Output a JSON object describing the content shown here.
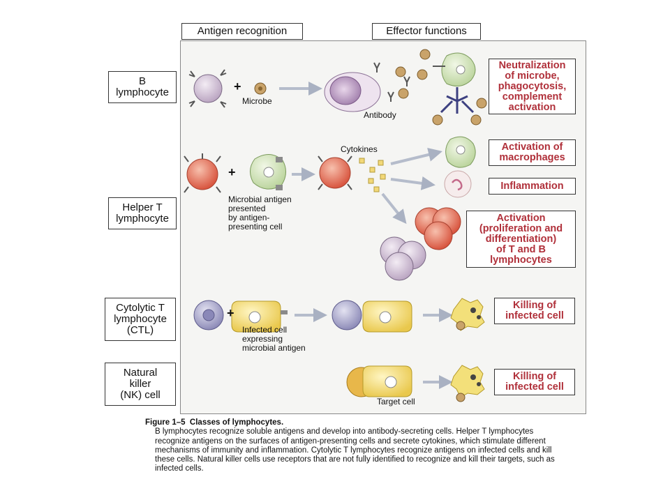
{
  "headers": {
    "antigen_recognition": "Antigen recognition",
    "effector_functions": "Effector functions"
  },
  "rows": {
    "b_lymphocyte": "B\nlymphocyte",
    "helper_t": "Helper T\nlymphocyte",
    "ctl": "Cytolytic T\nlymphocyte\n(CTL)",
    "nk": "Natural\nkiller\n(NK) cell"
  },
  "functions": {
    "neutralization": "Neutralization\nof microbe,\nphagocytosis,\ncomplement\nactivation",
    "activation_macrophages": "Activation of\nmacrophages",
    "inflammation": "Inflammation",
    "activation_tb": "Activation\n(proliferation and\ndifferentiation)\nof T and B\nlymphocytes",
    "killing_ctl": "Killing of\ninfected cell",
    "killing_nk": "Killing of\ninfected cell"
  },
  "labels": {
    "microbe": "Microbe",
    "antibody": "Antibody",
    "cytokines": "Cytokines",
    "microbial_antigen": "Microbial antigen\npresented\nby antigen-\npresenting cell",
    "infected_cell": "Infected cell\nexpressing\nmicrobial antigen",
    "target_cell": "Target cell",
    "plus": "+"
  },
  "caption": {
    "figure": "Figure 1–5",
    "title": "Classes of lymphocytes.",
    "body": "B lymphocytes recognize soluble antigens and develop into antibody-secreting cells. Helper T lymphocytes recognize antigens on the surfaces of antigen-presenting cells and secrete cytokines, which stimulate different mechanisms of immunity and inflammation. Cytolytic T lymphocytes recognize antigens on infected cells and kill these cells. Natural killer cells use receptors that are not fully identified to recognize and kill their targets, such as infected cells."
  },
  "colors": {
    "function_text": "#b0303a",
    "b_cell": "#d9c9dc",
    "t_helper": "#e6745e",
    "ctl_cell": "#b8b6d4",
    "infected_cell": "#f3e07a",
    "macrophage": "#d8e8c0",
    "microbe": "#c9a36a",
    "arrow": "#b5bccb"
  }
}
